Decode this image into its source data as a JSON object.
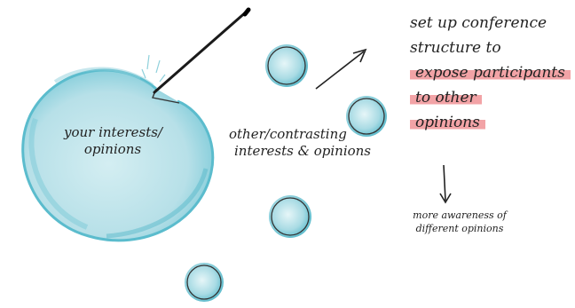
{
  "big_bubble": {
    "line1": "your interests/",
    "line2": "opinions"
  },
  "contrasting": {
    "line1": "other/contrasting",
    "line2": "interests & opinions"
  },
  "structure": {
    "line1": "set up conference",
    "line2": "structure to",
    "line3": "expose participants",
    "line4": "to other",
    "line5": "opinions"
  },
  "outcome": {
    "line1": "more awareness of",
    "line2": "different opinions"
  },
  "colors": {
    "bubble_fill": "#bfe3ea",
    "bubble_edge": "#5bbccd",
    "ink": "#222222",
    "highlight": "#f2a3a6"
  },
  "icons": {
    "needle": "needle-icon",
    "arrow_right": "arrow-up-right-icon",
    "arrow_down": "arrow-down-icon"
  }
}
